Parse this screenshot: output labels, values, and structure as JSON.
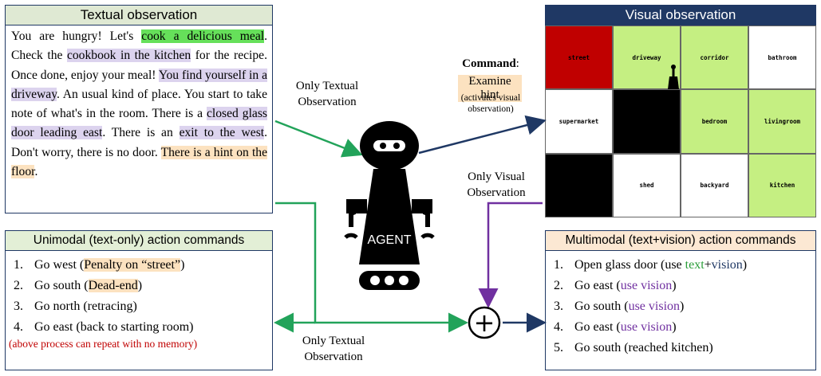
{
  "textual_panel": {
    "title": "Textual observation",
    "segments": [
      {
        "text": "You are hungry! Let's ",
        "hl": ""
      },
      {
        "text": "cook a delicious meal",
        "hl": "green"
      },
      {
        "text": ". Check the ",
        "hl": ""
      },
      {
        "text": "cookbook in the kitchen",
        "hl": "purple"
      },
      {
        "text": " for the recipe. Once done, enjoy your meal! ",
        "hl": ""
      },
      {
        "text": "You find yourself in a driveway",
        "hl": "purple"
      },
      {
        "text": ". An usual kind of place. You start to take note of what's in the room. There is a ",
        "hl": ""
      },
      {
        "text": "closed glass door leading east",
        "hl": "purple"
      },
      {
        "text": ". There is an ",
        "hl": ""
      },
      {
        "text": "exit to the west",
        "hl": "purple"
      },
      {
        "text": ". Don't worry, there is no door. ",
        "hl": ""
      },
      {
        "text": "There is a hint on the floor",
        "hl": "orange"
      },
      {
        "text": ".",
        "hl": ""
      }
    ]
  },
  "unimodal_panel": {
    "title": "Unimodal (text-only) action commands",
    "items": [
      {
        "num": "1.",
        "parts": [
          {
            "text": "Go west (",
            "hl": ""
          },
          {
            "text": "Penalty on “street”",
            "hl": "orange"
          },
          {
            "text": ")",
            "hl": ""
          }
        ]
      },
      {
        "num": "2.",
        "parts": [
          {
            "text": "Go south (",
            "hl": ""
          },
          {
            "text": "Dead-end",
            "hl": "orange"
          },
          {
            "text": ")",
            "hl": ""
          }
        ]
      },
      {
        "num": "3.",
        "parts": [
          {
            "text": "Go north (retracing)",
            "hl": ""
          }
        ]
      },
      {
        "num": "4.",
        "parts": [
          {
            "text": "Go east (back to starting room)",
            "hl": ""
          }
        ]
      }
    ],
    "note": {
      "open": "(",
      "text": "above process can repeat with no memory",
      "close": ")"
    }
  },
  "multimodal_panel": {
    "title": "Multimodal (text+vision) action commands",
    "items": [
      {
        "num": "1.",
        "parts": [
          {
            "text": "Open glass door (use ",
            "c": ""
          },
          {
            "text": "text",
            "c": "green"
          },
          {
            "text": "+",
            "c": ""
          },
          {
            "text": "vision",
            "c": "navy"
          },
          {
            "text": ")",
            "c": ""
          }
        ]
      },
      {
        "num": "2.",
        "parts": [
          {
            "text": "Go east (",
            "c": ""
          },
          {
            "text": "use vision",
            "c": "purple"
          },
          {
            "text": ")",
            "c": ""
          }
        ]
      },
      {
        "num": "3.",
        "parts": [
          {
            "text": "Go south (",
            "c": ""
          },
          {
            "text": "use vision",
            "c": "purple"
          },
          {
            "text": ")",
            "c": ""
          }
        ]
      },
      {
        "num": "4.",
        "parts": [
          {
            "text": "Go east (",
            "c": ""
          },
          {
            "text": "use vision",
            "c": "purple"
          },
          {
            "text": ")",
            "c": ""
          }
        ]
      },
      {
        "num": "5.",
        "parts": [
          {
            "text": "Go south (reached kitchen)",
            "c": ""
          }
        ]
      }
    ]
  },
  "visual_panel": {
    "title": "Visual observation",
    "rooms": [
      {
        "label": "street",
        "fill": "#c00000"
      },
      {
        "label": "driveway",
        "fill": "#c5ef82"
      },
      {
        "label": "corridor",
        "fill": "#c5ef82"
      },
      {
        "label": "bathroom",
        "fill": "#ffffff"
      },
      {
        "label": "supermarket",
        "fill": "#ffffff"
      },
      {
        "label": "",
        "fill": "#000000"
      },
      {
        "label": "bedroom",
        "fill": "#c5ef82"
      },
      {
        "label": "livingroom",
        "fill": "#c5ef82"
      },
      {
        "label": "",
        "fill": "#000000"
      },
      {
        "label": "shed",
        "fill": "#ffffff"
      },
      {
        "label": "backyard",
        "fill": "#ffffff"
      },
      {
        "label": "kitchen",
        "fill": "#c5ef82"
      }
    ]
  },
  "labels": {
    "only_textual_top": "Only Textual Observation",
    "only_visual": "Only Visual Observation",
    "only_textual_bottom": "Only Textual Observation",
    "command_title": "Command",
    "command_colon": ":",
    "command_value": "Examine hint",
    "command_note": "(activates visual observation)",
    "agent": "AGENT",
    "combine_symbol": "+"
  },
  "colors": {
    "green_arrow": "#22a35a",
    "navy_arrow": "#1f3864",
    "purple_arrow": "#7030a0"
  }
}
